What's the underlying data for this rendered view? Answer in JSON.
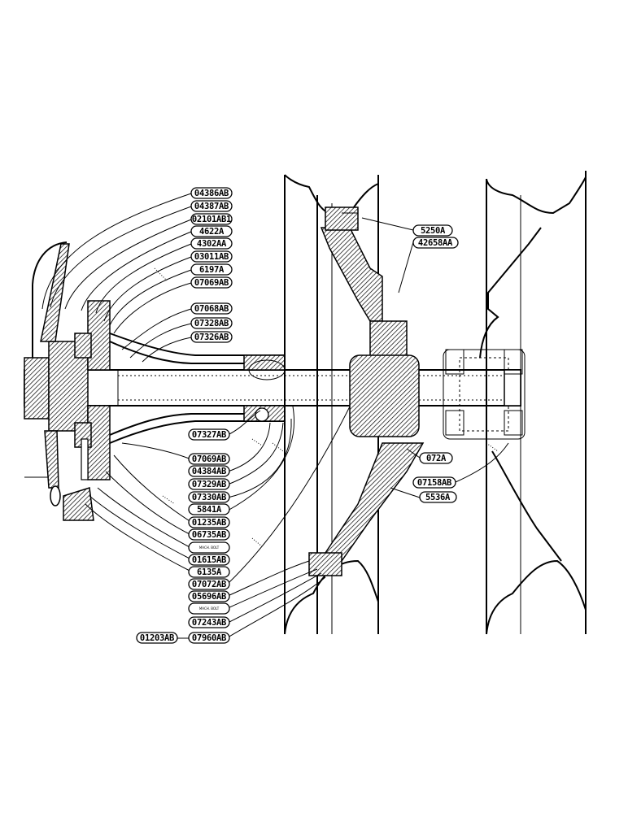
{
  "labels_left": [
    {
      "id": "l1",
      "text": "04386AB"
    },
    {
      "id": "l2",
      "text": "04387AB"
    },
    {
      "id": "l3",
      "text": "02101AB1"
    },
    {
      "id": "l4",
      "text": "4622A"
    },
    {
      "id": "l5",
      "text": "4302AA"
    },
    {
      "id": "l6",
      "text": "03011AB"
    },
    {
      "id": "l7",
      "text": "6197A"
    },
    {
      "id": "l8",
      "text": "07069AB"
    },
    {
      "id": "l9",
      "text": "07068AB"
    },
    {
      "id": "l10",
      "text": "07328AB"
    },
    {
      "id": "l11",
      "text": "07326AB"
    },
    {
      "id": "l12",
      "text": "07327AB"
    },
    {
      "id": "l13",
      "text": "07069AB"
    },
    {
      "id": "l14",
      "text": "04384AB"
    },
    {
      "id": "l15",
      "text": "07329AB"
    },
    {
      "id": "l16",
      "text": "07330AB"
    },
    {
      "id": "l17",
      "text": "5841A"
    },
    {
      "id": "l18",
      "text": "01235AB"
    },
    {
      "id": "l19",
      "text": "06735AB"
    },
    {
      "id": "l20",
      "text": "MACH. BOLT",
      "small": true
    },
    {
      "id": "l21",
      "text": "01615AB"
    },
    {
      "id": "l22",
      "text": "6135A"
    },
    {
      "id": "l23",
      "text": "07072AB"
    },
    {
      "id": "l24",
      "text": "05696AB"
    },
    {
      "id": "l25",
      "text": "MACH. BOLT",
      "small": true
    },
    {
      "id": "l26",
      "text": "07243AB"
    },
    {
      "id": "l27",
      "text": "07960AB"
    }
  ],
  "labels_right": [
    {
      "id": "r1",
      "text": "5250A"
    },
    {
      "id": "r2",
      "text": "42658AA"
    },
    {
      "id": "r3",
      "text": "072A"
    },
    {
      "id": "r4",
      "text": "5536A"
    },
    {
      "id": "r5",
      "text": "07158AB"
    }
  ],
  "label_bottom_left": {
    "text": "01203AB"
  }
}
